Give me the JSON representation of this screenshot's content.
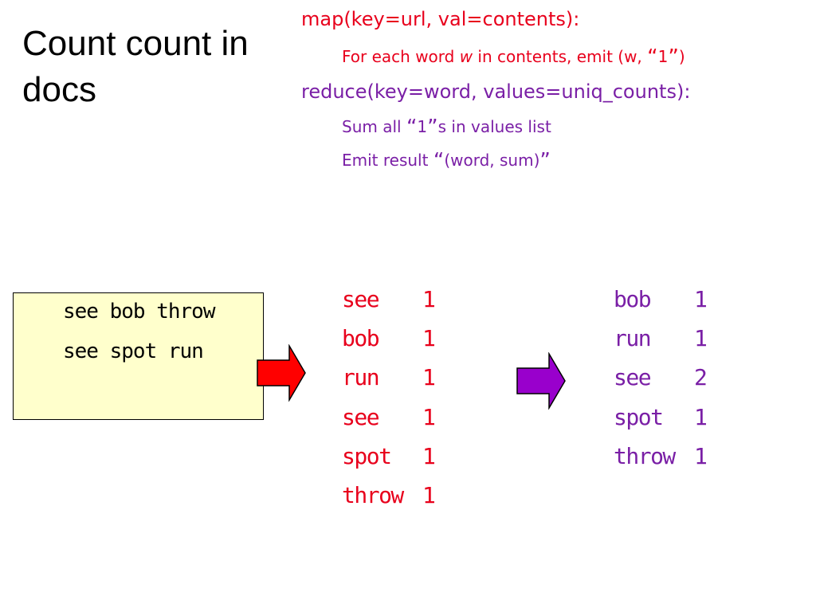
{
  "slide": {
    "title": "Count count in docs"
  },
  "code": {
    "map_header": "map(key=url, val=contents):",
    "map_body_pre": "For each word ",
    "map_body_var": "w",
    "map_body_mid": " in contents, emit (w, ",
    "map_body_open_quote": "“",
    "map_body_value": "1",
    "map_body_close_quote": "”",
    "map_body_post": ")",
    "reduce_header": "reduce(key=word, values=uniq_counts):",
    "reduce_body1_pre": "Sum all ",
    "reduce_body1_open_quote": "“",
    "reduce_body1_value": "1",
    "reduce_body1_close_quote": "”",
    "reduce_body1_post": "s in values list",
    "reduce_body2_pre": "Emit result ",
    "reduce_body2_open_quote": "“",
    "reduce_body2_value": "(word, sum)",
    "reduce_body2_close_quote": "”"
  },
  "input": {
    "lines": [
      "see bob throw",
      "see spot run"
    ],
    "background": "#ffffcc"
  },
  "map_output": {
    "color": "#e8001c",
    "pairs": [
      {
        "word": "see",
        "count": "1"
      },
      {
        "word": "bob",
        "count": "1"
      },
      {
        "word": "run",
        "count": "1"
      },
      {
        "word": "see",
        "count": "1"
      },
      {
        "word": "spot",
        "count": "1"
      },
      {
        "word": "throw",
        "count": "1"
      }
    ]
  },
  "reduce_output": {
    "color": "#7a1fa6",
    "pairs": [
      {
        "word": "bob",
        "count": "1"
      },
      {
        "word": "run",
        "count": "1"
      },
      {
        "word": "see",
        "count": "2"
      },
      {
        "word": "spot",
        "count": "1"
      },
      {
        "word": "throw",
        "count": "1"
      }
    ]
  },
  "arrows": {
    "map_arrow_icon": "right-arrow-icon",
    "map_arrow_color": "#ff0000",
    "reduce_arrow_icon": "right-arrow-icon",
    "reduce_arrow_color": "#9900cc"
  }
}
